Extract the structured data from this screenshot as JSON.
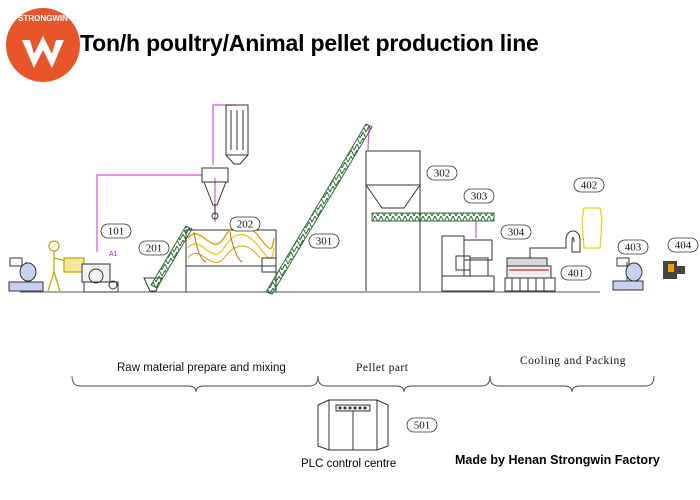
{
  "title": "Ton/h poultry/Animal pellet production line",
  "logo": {
    "brand": "STRONGWIN",
    "letter": "W",
    "color": "#e8552a"
  },
  "sections": {
    "raw": "Raw material prepare and mixing",
    "pellet": "Pellet part",
    "cooling": "Cooling and Packing"
  },
  "labels": {
    "l101": "101",
    "l201": "201",
    "l202": "202",
    "l301": "301",
    "l302": "302",
    "l303": "303",
    "l304": "304",
    "l401": "401",
    "l402": "402",
    "l403": "403",
    "l404": "404",
    "l501": "501",
    "a1": "A1"
  },
  "plc_label": "PLC control centre",
  "credit": "Made by Henan Strongwin Factory",
  "colors": {
    "pipe": "#e050d8",
    "conveyor": "#2f6e35",
    "outline": "#333333",
    "fill_yellow": "#f0d000",
    "fill_blue": "#5a6fd6"
  }
}
